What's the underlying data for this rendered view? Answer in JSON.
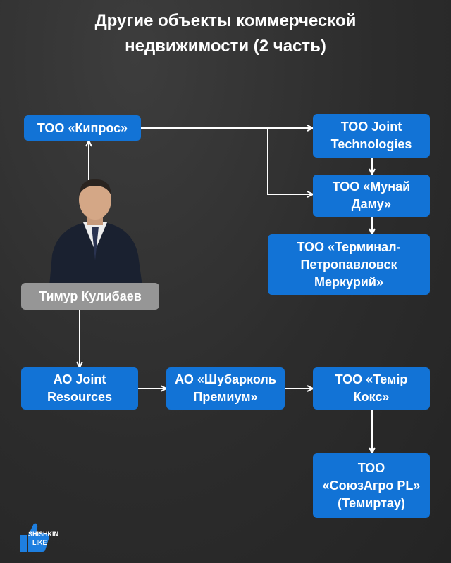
{
  "title": {
    "line1": "Другие объекты коммерческой",
    "line2": "недвижимости (2 часть)"
  },
  "person": {
    "name": "Тимур Кулибаев"
  },
  "nodes": {
    "kipros": [
      "ТОО «Кипрос»"
    ],
    "joint_tech": [
      "ТОО Joint",
      "Technologies"
    ],
    "munai_damu": [
      "ТОО «Мунай",
      "Даму»"
    ],
    "terminal": [
      "ТОО «Терминал-",
      "Петропавловск",
      "Меркурий»"
    ],
    "joint_res": [
      "АО Joint",
      "Resources"
    ],
    "shubarkol": [
      "АО «Шубарколь",
      "Премиум»"
    ],
    "temir_koks": [
      "ТОО «Темір",
      "Кокс»"
    ],
    "soyuzagro": [
      "ТОО",
      "«СоюзАгро PL»",
      "(Темиртау)"
    ]
  },
  "logo": {
    "line1": "SHISHKIN",
    "line2": "LIKE"
  },
  "colors": {
    "box": "#1273d6",
    "label": "#969696",
    "line": "#ffffff"
  }
}
